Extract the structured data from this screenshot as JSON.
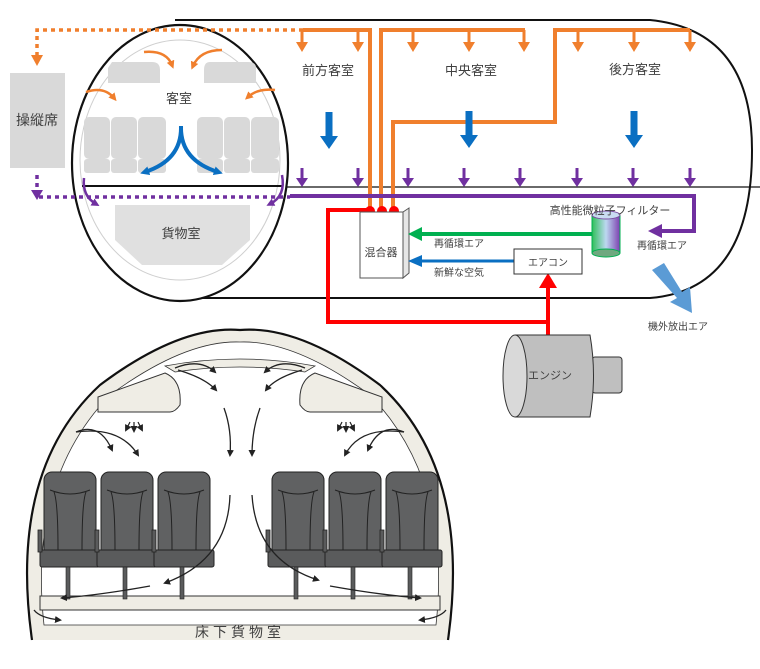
{
  "top_diagram": {
    "cockpit_label": "操縦席",
    "cabin_label": "客室",
    "cargo_label": "貨物室",
    "forward_cabin_label": "前方客室",
    "center_cabin_label": "中央客室",
    "rear_cabin_label": "後方客室",
    "mixer_label": "混合器",
    "hepa_filter_label": "高性能微粒子フィルター",
    "recirc_air_label_left": "再循環エア",
    "recirc_air_label_right": "再循環エア",
    "fresh_air_label": "新鮮な空気",
    "aircon_label": "エアコン",
    "engine_label": "エンジン",
    "exhaust_label": "機外放出エア"
  },
  "bottom_diagram": {
    "underfloor_cargo_label": "床下貨物室"
  },
  "colors": {
    "supply_orange": "#f07f2d",
    "exhaust_purple": "#7030a0",
    "cabin_blue": "#0a6fc2",
    "bleed_red": "#ff0000",
    "recirc_green": "#00b050",
    "exhaust_light_blue": "#5b9bd5",
    "seat_gray": "#5f6061"
  }
}
